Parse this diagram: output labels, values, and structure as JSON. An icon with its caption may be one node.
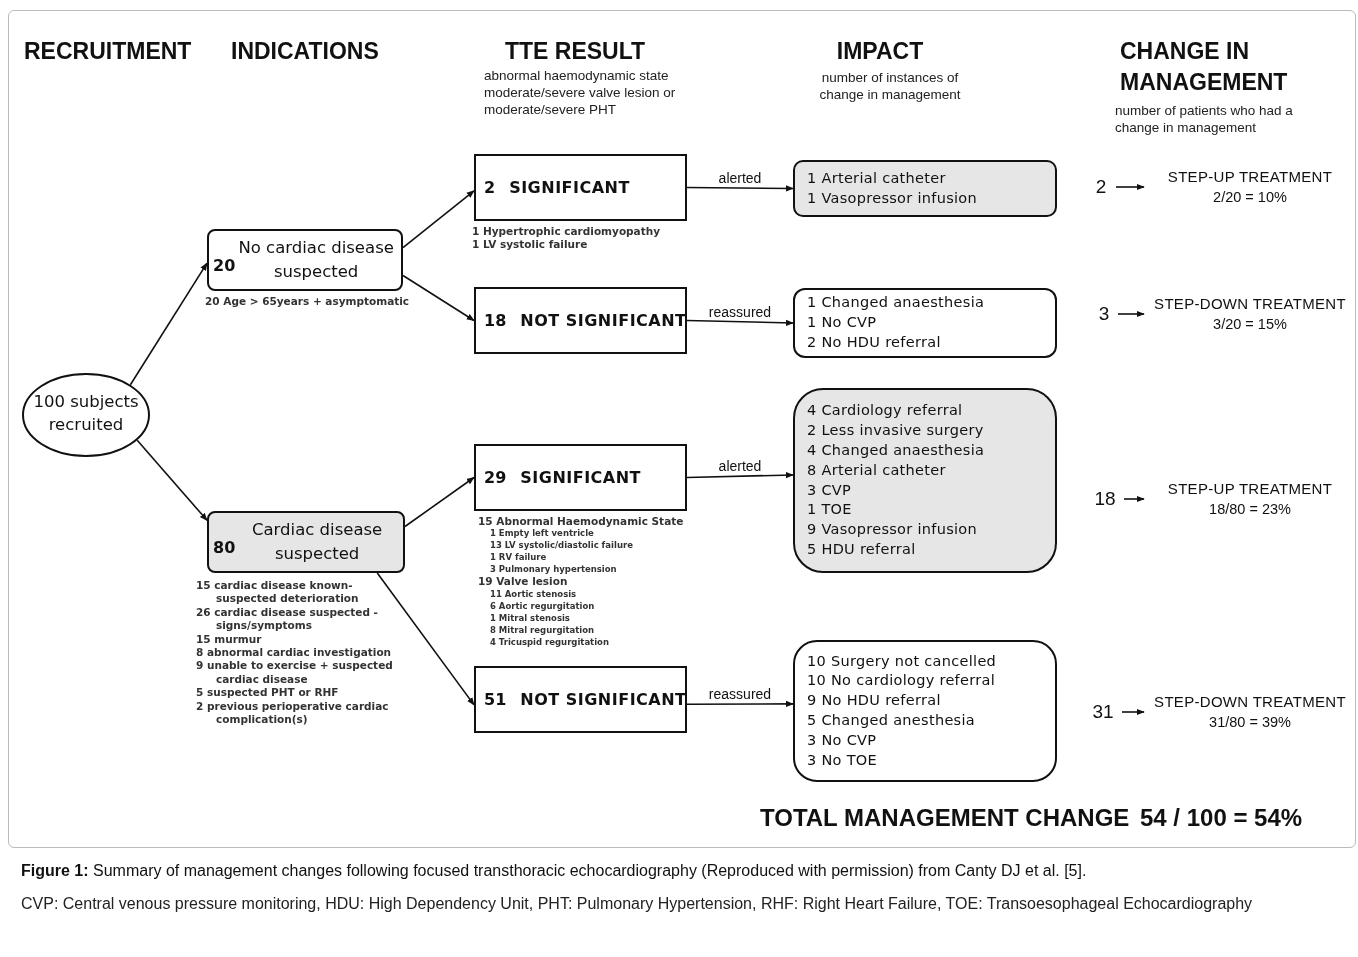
{
  "diagram": {
    "caption": "**Figure 1:** Summary of management changes following focused transthoracic echocardiography (Reproduced with permission) from Canty DJ et al. [5].",
    "nodes": [
      {
        "text": [
          "100 subjects recruited"
        ]
      },
      {
        "text": [
          "20",
          "No cardiac disease suspected"
        ],
        "beside": [
          "20 Age > 65years + asymptomatic"
        ]
      },
      {
        "text": [
          "80",
          "Cardiac disease suspected"
        ],
        "beside": [
          "15 cardiac disease known- suspected deterioration",
          "26 cardiac disease suspected - signs/symptoms",
          "15 murmur",
          "8 abnormal cardiac investigation",
          "9 unable to exercise + suspected cardiac disease",
          "5 suspected PHT or RHF",
          "2 previous perioperative cardiac complication(s)"
        ]
      },
      {
        "text": [
          "2",
          "SIGNIFICANT"
        ],
        "beside": [
          "1 Hypertrophic cardiomyopathy",
          "1 LV systolic failure"
        ]
      },
      {
        "text": [
          "18",
          "NOT SIGNIFICANT"
        ]
      },
      {
        "text": [
          "29",
          "SIGNIFICANT"
        ],
        "beside": [
          "15 Abnormal Haemodynamic State",
          "1 Empty left ventricle",
          "13 LV systolic/diastolic failure",
          "1 RV failure",
          "3 Pulmonary hypertension",
          "19 Valve lesion",
          "11 Aortic stenosis",
          "6 Aortic regurgitation",
          "1 Mitral stenosis",
          "8 Mitral regurgitation",
          "4 Tricuspid regurgitation"
        ]
      },
      {
        "text": [
          "51",
          "NOT SIGNIFICANT"
        ]
      },
      {
        "text": [
          "1 Arterial catheter",
          "1 Vasopressor infusion"
        ]
      },
      {
        "text": [
          "1 Changed anaesthesia",
          "1 No CVP",
          "2 No HDU referral"
        ]
      },
      {
        "text": [
          "4 Cardiology referral",
          "2 Less invasive surgery",
          "4 Changed anaesthesia",
          "8 Arterial catheter",
          "3 CVP",
          "1 TOE",
          "9 Vasopressor infusion",
          "5 HDU referral"
        ]
      },
      {
        "text": [
          "10 Surgery not cancelled",
          "10 No cardiology referral",
          "9 No HDU referral",
          "5 Changed anesthesia",
          "3 No CVP",
          "3 No TOE"
        ]
      },
      {
        "text": [
          "2"
        ]
      },
      {
        "text": [
          "STEP-UP TREATMENT",
          "2/20 = 10%"
        ]
      },
      {
        "text": [
          "3"
        ]
      },
      {
        "text": [
          "STEP-DOWN TREATMENT",
          "3/20 = 15%"
        ]
      },
      {
        "text": [
          "18"
        ]
      },
      {
        "text": [
          "STEP-UP TREATMENT",
          "18/80 = 23%"
        ]
      },
      {
        "text": [
          "31"
        ]
      },
      {
        "text": [
          "STEP-DOWN TREATMENT",
          "31/80 = 39%"
        ]
      }
    ],
    "edges": [
      {
        "from": 0,
        "to": 1,
        "arrow": "to"
      },
      {
        "from": 0,
        "to": 2,
        "arrow": "to"
      },
      {
        "from": 1,
        "to": 3,
        "arrow": "to"
      },
      {
        "from": 1,
        "to": 4,
        "arrow": "to"
      },
      {
        "from": 2,
        "to": 5,
        "arrow": "to"
      },
      {
        "from": 2,
        "to": 6,
        "arrow": "to"
      },
      {
        "from": 3,
        "to": 7,
        "arrow": "to",
        "label": "alerted"
      },
      {
        "from": 4,
        "to": 8,
        "arrow": "to",
        "label": "reassured"
      },
      {
        "from": 5,
        "to": 9,
        "arrow": "to",
        "label": "alerted"
      },
      {
        "from": 6,
        "to": 10,
        "arrow": "to",
        "label": "reassured"
      },
      {
        "from": 11,
        "to": 12,
        "arrow": "to"
      },
      {
        "from": 13,
        "to": 14,
        "arrow": "to"
      },
      {
        "from": 15,
        "to": 16,
        "arrow": "to"
      },
      {
        "from": 17,
        "to": 18,
        "arrow": "to"
      }
    ],
    "labels": [
      "RECRUITMENT",
      "INDICATIONS",
      "TTE RESULT",
      "abnormal haemodynamic state moderate/severe valve lesion or moderate/severe PHT",
      "IMPACT",
      "number of instances of change in management",
      "CHANGE IN MANAGEMENT",
      "number of patients who had a change in management",
      "TOTAL MANAGEMENT CHANGE",
      "54 / 100 = 54%",
      "CVP: Central venous pressure monitoring, HDU: High Dependency Unit, PHT: Pulmonary Hypertension, RHF: Right Heart Failure, TOE: Transoesophageal Echocardiography"
    ]
  }
}
